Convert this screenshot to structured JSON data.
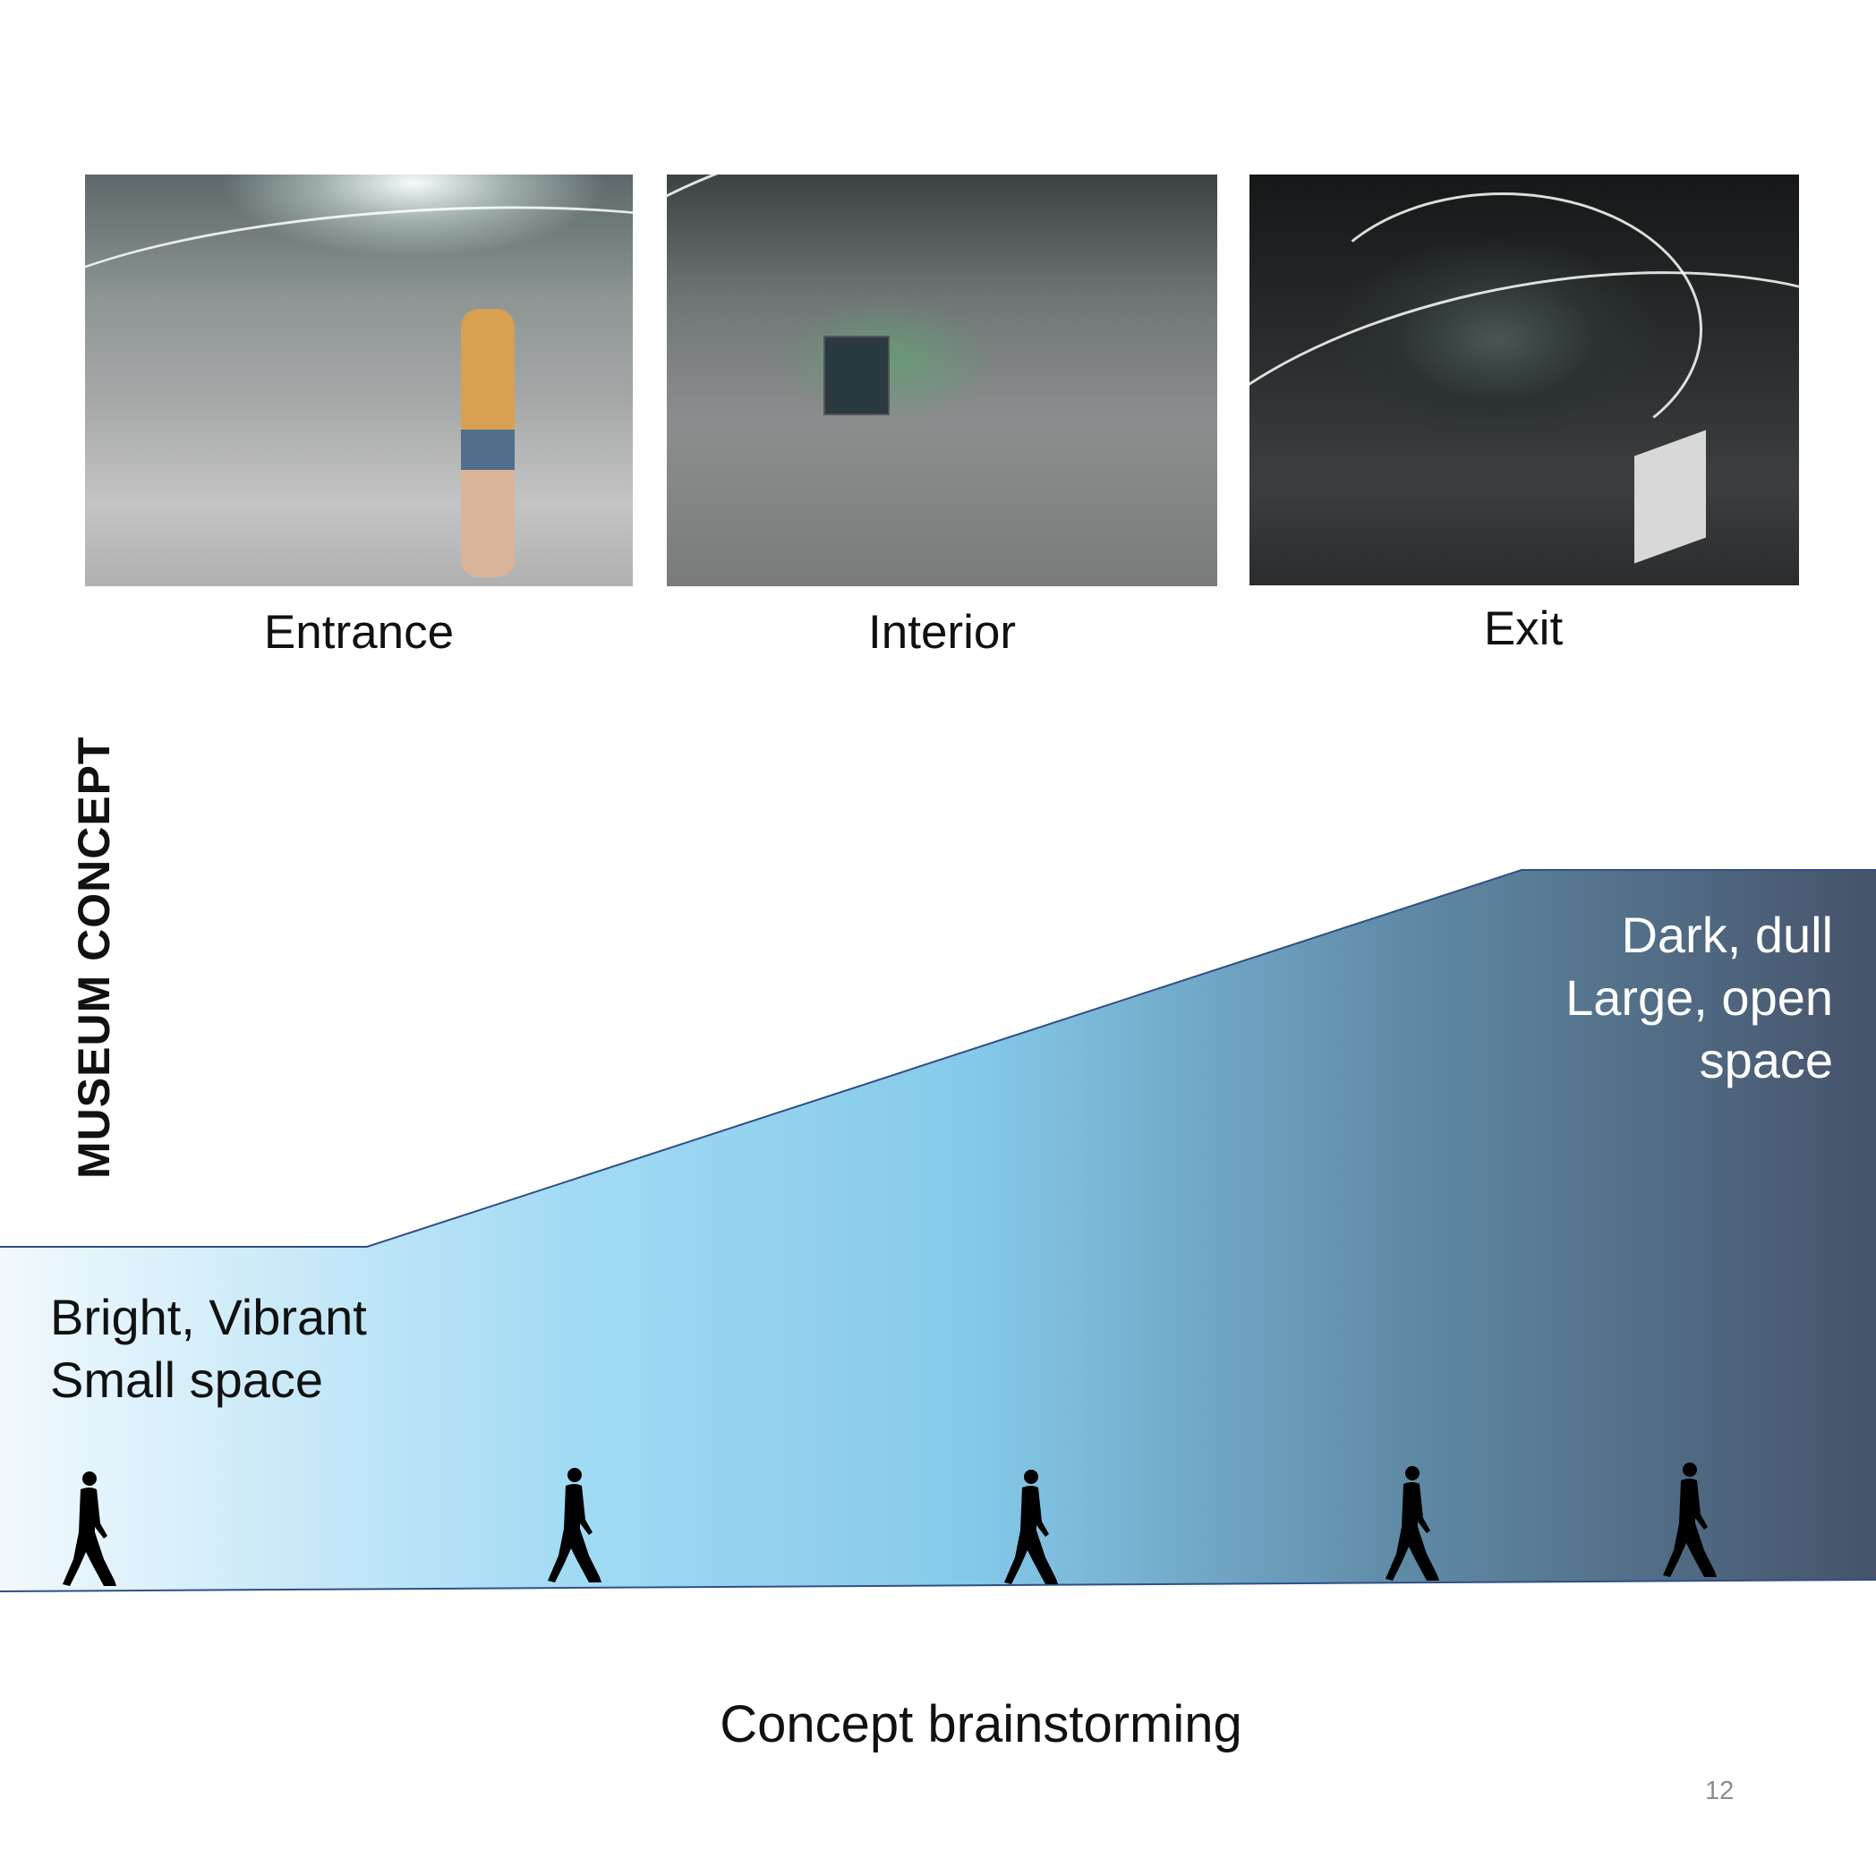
{
  "slide": {
    "vertical_title": "MUSEUM CONCEPT",
    "photos": [
      {
        "caption": "Entrance"
      },
      {
        "caption": "Interior"
      },
      {
        "caption": "Exit"
      }
    ],
    "diagram": {
      "right_text": [
        "Dark, dull",
        "Large, open",
        "space"
      ],
      "left_text": [
        "Bright, Vibrant",
        "Small space"
      ],
      "walker_count": 5,
      "gradient_colors": [
        "#f2f9fd",
        "#88cff0",
        "#46536a"
      ]
    },
    "footer_caption": "Concept brainstorming",
    "page_number": "12"
  }
}
